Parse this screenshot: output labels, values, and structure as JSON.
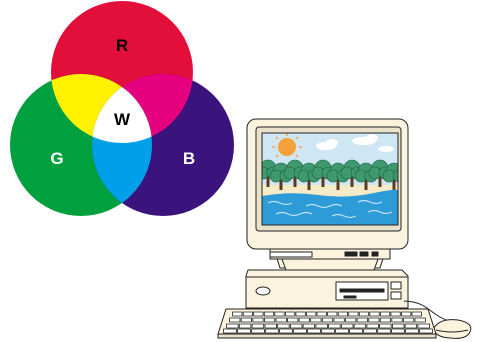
{
  "diagram": {
    "circles": {
      "red": {
        "label": "R",
        "color": "#E30F3B"
      },
      "green": {
        "label": "G",
        "color": "#00A03E"
      },
      "blue": {
        "label": "B",
        "color": "#3A137C"
      }
    },
    "overlaps": {
      "red_green": "#FFF100",
      "red_blue": "#E4007F",
      "green_blue": "#00A0E9",
      "center": {
        "label": "W",
        "color": "#FFFFFF"
      }
    },
    "label_colors": {
      "on_dark": "#FFFFFF",
      "on_light": "#000000"
    }
  },
  "computer": {
    "screen_scene": [
      "sun-icon",
      "cloud-icon",
      "tree-icon",
      "sea-icon"
    ],
    "colors": {
      "casing": "#FBF3DE",
      "sky": "#CFE6F5",
      "sun": "#F7A13A",
      "foliage": "#3E9A6E",
      "trunk": "#5B3A1E",
      "sand": "#F6EBC7",
      "sea": "#2C9BD8",
      "wave": "#BFE3F5"
    }
  }
}
